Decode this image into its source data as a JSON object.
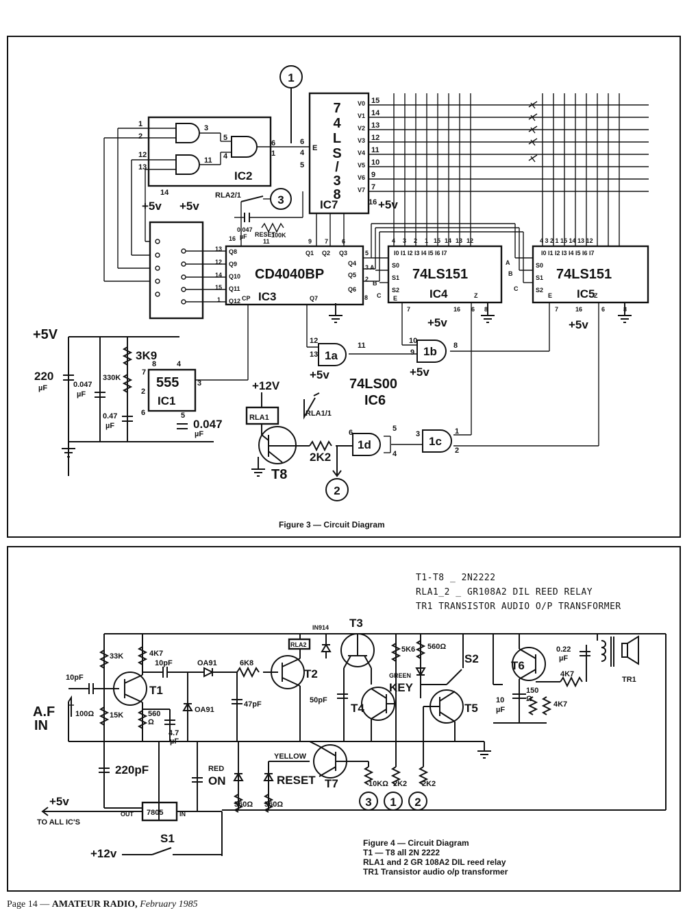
{
  "page_footer": {
    "page": "Page 14 — ",
    "magazine": "AMATEUR RADIO,",
    "date": " February 1985"
  },
  "figure3": {
    "caption": "Figure 3 — Circuit Diagram",
    "ics": {
      "ic1": {
        "type": "555",
        "name": "IC1"
      },
      "ic2": {
        "name": "IC2"
      },
      "ic3": {
        "type": "CD4040BP",
        "name": "IC3"
      },
      "ic4": {
        "type": "74LS151",
        "name": "IC4"
      },
      "ic5": {
        "type": "74LS151",
        "name": "IC5"
      },
      "ic6": {
        "type": "74LS00",
        "name": "IC6"
      },
      "ic7": {
        "type_chars": [
          "7",
          "4",
          "L",
          "S",
          "/",
          "3",
          "8"
        ],
        "name": "IC7"
      }
    },
    "ic7_outputs": [
      "V0",
      "V1",
      "V2",
      "V3",
      "V4",
      "V5",
      "V6",
      "V7"
    ],
    "ic7_output_pins": [
      "15",
      "14",
      "13",
      "12",
      "11",
      "10",
      "9",
      "7"
    ],
    "mux_inputs": [
      "I0",
      "I1",
      "I2",
      "I3",
      "I4",
      "I5",
      "I6",
      "I7"
    ],
    "mux_input_pins": [
      "4",
      "3",
      "2",
      "1",
      "15",
      "14",
      "13",
      "12"
    ],
    "cd4040_left_pins": [
      {
        "pin": "13",
        "q": "Q8"
      },
      {
        "pin": "12",
        "q": "Q9"
      },
      {
        "pin": "14",
        "q": "Q10"
      },
      {
        "pin": "15",
        "q": "Q11"
      },
      {
        "pin": "1",
        "q": "Q12"
      }
    ],
    "cd4040_labels": {
      "reset": "RESET",
      "q1": "Q1",
      "q2": "Q2",
      "q3": "Q3",
      "q4": "Q4",
      "q5": "Q5",
      "q6": "Q6",
      "q7": "Q7",
      "cp": "CP"
    },
    "gates": {
      "g1a": "1a",
      "g1b": "1b",
      "g1c": "1c",
      "g1d": "1d"
    },
    "components": {
      "c220": "220",
      "c220_unit": "µF",
      "c0047a": "0.047",
      "c0047a_unit": "µF",
      "r3k9": "3K9",
      "r330k": "330K",
      "c047": "0.47",
      "c047_unit": "µF",
      "c0047b": "0.047",
      "c0047b_unit": "µF",
      "c0047c": "0.047",
      "c0047c_unit": "µF",
      "r100k": "100K",
      "r2k2": "2K2",
      "rla1": "RLA1",
      "rla1_contact": "RLA1/1",
      "rla2_contact": "RLA2/1",
      "t8": "T8"
    },
    "supplies": {
      "p5v": "+5V",
      "p5v_small": "+5v",
      "p12v": "+12V"
    },
    "nodes": [
      "1",
      "2",
      "3"
    ]
  },
  "figure4": {
    "notes": [
      "T1-T8 _ 2N2222",
      "RLA1_2 _ GR108A2 DIL REED RELAY",
      "TR1   TRANSISTOR AUDIO O/P TRANSFORMER"
    ],
    "caption_lines": [
      "Figure 4 — Circuit Diagram",
      "T1 — T8 all 2N 2222",
      "RLA1 and 2 GR 108A2 DIL reed relay",
      "TR1 Transistor audio o/p transformer"
    ],
    "labels": {
      "af_in": "A.F",
      "af_in2": "IN",
      "c10pf_a": "10pF",
      "r100": "100Ω",
      "r33k": "33K",
      "r15k": "15K",
      "r4k7a": "4K7",
      "r560": "560",
      "r560_unit": "Ω",
      "c4u7": "4.7",
      "c4u7_unit": "µF",
      "c10pf_b": "10pF",
      "oa91a": "OA91",
      "oa91b": "OA91",
      "c47pf": "47pF",
      "r6k8": "6K8",
      "c50pf": "50pF",
      "in914": "IN914",
      "rla2": "RLA2",
      "r5k6": "5K6",
      "r560b": "560Ω",
      "green": "GREEN",
      "key": "KEY",
      "s2": "S2",
      "c022": "0.22",
      "c022_unit": "µF",
      "r4k7b": "4K7",
      "c10u": "10",
      "c10u_unit": "µF",
      "r150": "150",
      "r150_unit": "Ω",
      "r4k7c": "4K7",
      "tr1": "TR1",
      "c220pf": "220pF",
      "red": "RED",
      "on": "ON",
      "yellow": "YELLOW",
      "reset": "RESET",
      "r560c": "560Ω",
      "r560d": "560Ω",
      "r10k": "10KΩ",
      "r2k2a": "2K2",
      "r2k2b": "2K2",
      "p5v": "+5v",
      "to_all": "TO ALL IC'S",
      "out": "OUT",
      "reg": "7805",
      "in": "IN",
      "p12v": "+12v",
      "s1": "S1"
    },
    "transistors": [
      "T1",
      "T2",
      "T3",
      "T4",
      "T5",
      "T6",
      "T7"
    ],
    "nodes": [
      "3",
      "1",
      "2"
    ]
  }
}
